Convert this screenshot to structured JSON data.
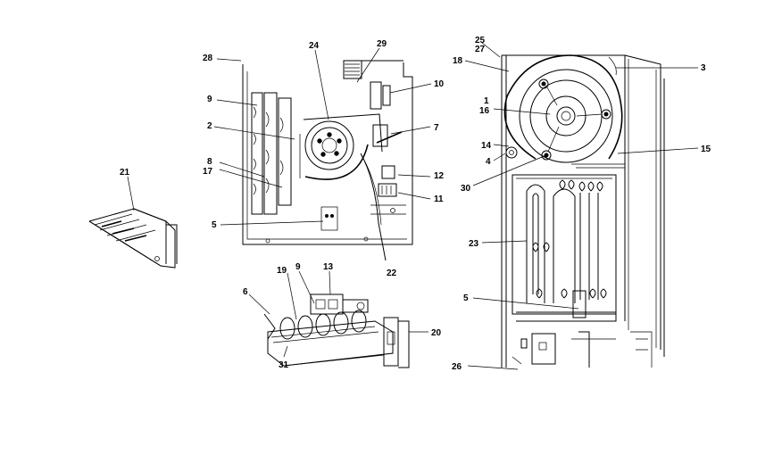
{
  "callouts": [
    {
      "id": "c28",
      "text": "28"
    },
    {
      "id": "c24",
      "text": "24"
    },
    {
      "id": "c29",
      "text": "29"
    },
    {
      "id": "c10",
      "text": "10"
    },
    {
      "id": "c9a",
      "text": "9"
    },
    {
      "id": "c2",
      "text": "2"
    },
    {
      "id": "c7",
      "text": "7"
    },
    {
      "id": "c8",
      "text": "8"
    },
    {
      "id": "c17",
      "text": "17"
    },
    {
      "id": "c12",
      "text": "12"
    },
    {
      "id": "c11",
      "text": "11"
    },
    {
      "id": "c5a",
      "text": "5"
    },
    {
      "id": "c22",
      "text": "22"
    },
    {
      "id": "c21",
      "text": "21"
    },
    {
      "id": "c25",
      "text": "25"
    },
    {
      "id": "c27",
      "text": "27"
    },
    {
      "id": "c18",
      "text": "18"
    },
    {
      "id": "c3",
      "text": "3"
    },
    {
      "id": "c1",
      "text": "1"
    },
    {
      "id": "c16",
      "text": "16"
    },
    {
      "id": "c14",
      "text": "14"
    },
    {
      "id": "c15",
      "text": "15"
    },
    {
      "id": "c4",
      "text": "4"
    },
    {
      "id": "c30",
      "text": "30"
    },
    {
      "id": "c23",
      "text": "23"
    },
    {
      "id": "c5b",
      "text": "5"
    },
    {
      "id": "c26",
      "text": "26"
    },
    {
      "id": "c19",
      "text": "19"
    },
    {
      "id": "c9b",
      "text": "9"
    },
    {
      "id": "c13",
      "text": "13"
    },
    {
      "id": "c6",
      "text": "6"
    },
    {
      "id": "c20",
      "text": "20"
    },
    {
      "id": "c31",
      "text": "31"
    }
  ]
}
